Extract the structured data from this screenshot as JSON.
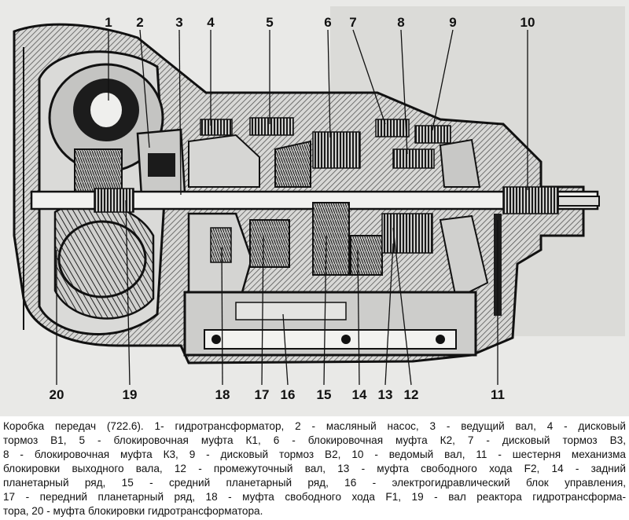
{
  "figure": {
    "callouts": [
      {
        "id": "1",
        "label": "1"
      },
      {
        "id": "2",
        "label": "2"
      },
      {
        "id": "3",
        "label": "3"
      },
      {
        "id": "4",
        "label": "4"
      },
      {
        "id": "5",
        "label": "5"
      },
      {
        "id": "6",
        "label": "6"
      },
      {
        "id": "7",
        "label": "7"
      },
      {
        "id": "8",
        "label": "8"
      },
      {
        "id": "9",
        "label": "9"
      },
      {
        "id": "10",
        "label": "10"
      },
      {
        "id": "11",
        "label": "11"
      },
      {
        "id": "12",
        "label": "12"
      },
      {
        "id": "13",
        "label": "13"
      },
      {
        "id": "14",
        "label": "14"
      },
      {
        "id": "15",
        "label": "15"
      },
      {
        "id": "16",
        "label": "16"
      },
      {
        "id": "17",
        "label": "17"
      },
      {
        "id": "18",
        "label": "18"
      },
      {
        "id": "19",
        "label": "19"
      },
      {
        "id": "20",
        "label": "20"
      }
    ]
  },
  "caption": {
    "lines": [
      "Коробка передач (722.6). 1- гидротрансформатор, 2 - масляный насос, 3 - ведущий вал, 4 - дисковый",
      "тормоз В1, 5 - блокировочная муфта К1, 6 - блокировочная муфта К2, 7 - дисковый тормоз В3,",
      "8 - блокировочная муфта К3, 9 - дисковый тормоз В2, 10 - ведомый вал, 11 - шестерня механизма",
      "блокировки выходного вала, 12 - промежуточный вал, 13 - муфта свободного хода F2, 14 - задний",
      "планетарный ряд, 15 - средний планетарный ряд, 16 - электрогидравлический блок управления,",
      "17 - передний планетарный ряд, 18 - муфта свободного хода F1, 19 - вал реактора гидротрансформа-",
      "тора, 20 - муфта блокировки гидротрансформатора."
    ]
  }
}
